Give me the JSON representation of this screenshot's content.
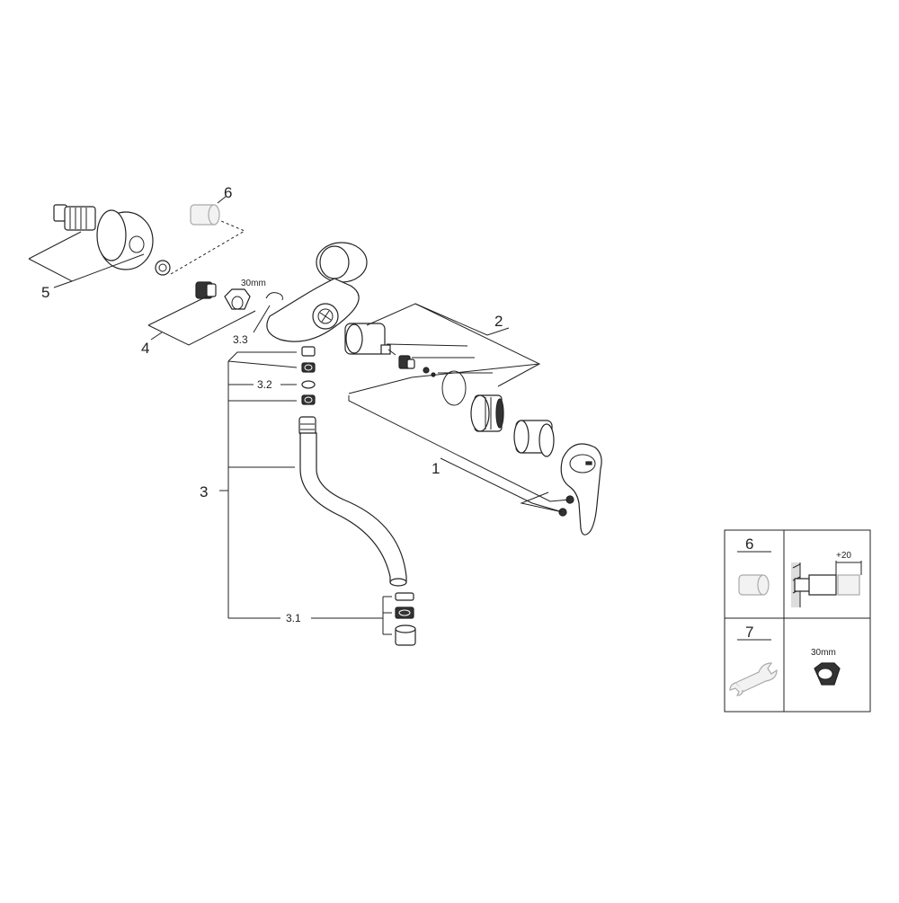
{
  "diagram": {
    "callouts": {
      "c1": "1",
      "c2": "2",
      "c3": "3",
      "c3_1": "3.1",
      "c3_2": "3.2",
      "c3_3": "3.3",
      "c4": "4",
      "c5": "5",
      "c6": "6",
      "dim_nut": "30mm"
    },
    "legend": {
      "cell6_label": "6",
      "cell6_dim": "+20",
      "cell7_label": "7",
      "cell7_dim": "30mm"
    }
  }
}
